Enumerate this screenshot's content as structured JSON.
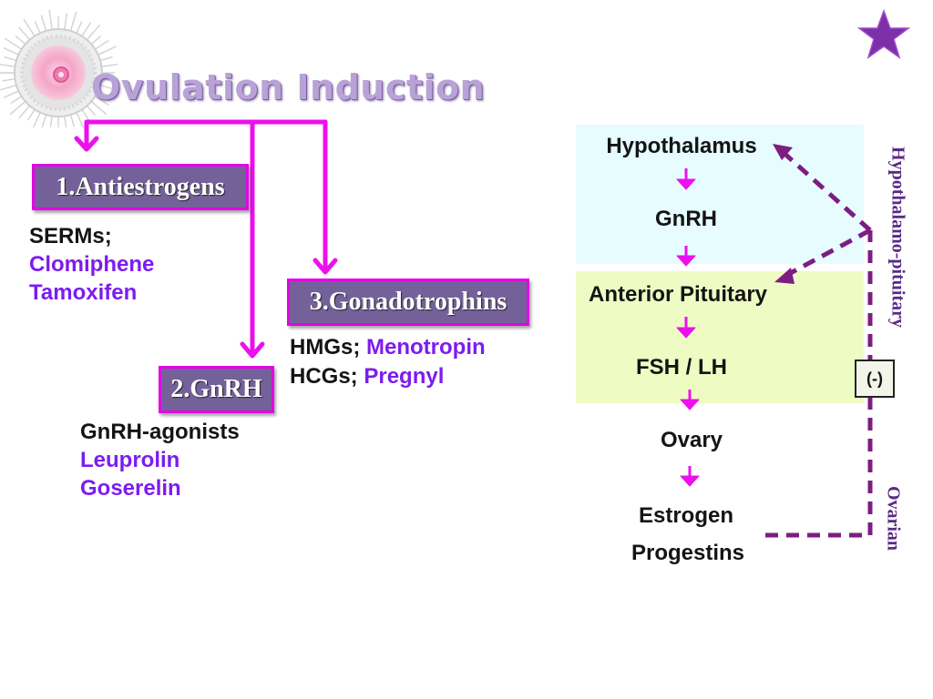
{
  "title": "Ovulation Induction",
  "categories": [
    {
      "heading": "1.Antiestrogens",
      "lines": [
        {
          "text": "SERMs;",
          "color": "black"
        },
        {
          "text": "Clomiphene",
          "color": "purple"
        },
        {
          "text": "Tamoxifen",
          "color": "purple"
        }
      ]
    },
    {
      "heading": "2.GnRH",
      "lines": [
        {
          "text": "GnRH-agonists",
          "color": "black"
        },
        {
          "text": "Leuprolin",
          "color": "purple"
        },
        {
          "text": "Goserelin",
          "color": "purple"
        }
      ]
    },
    {
      "heading": "3.Gonadotrophins",
      "lines": [
        {
          "prefix": "HMGs; ",
          "value": "Menotropin"
        },
        {
          "prefix": "HCGs; ",
          "value": "Pregnyl"
        }
      ]
    }
  ],
  "axis": {
    "steps": [
      "Hypothalamus",
      "GnRH",
      "Anterior Pituitary",
      "FSH / LH",
      "Ovary",
      "Estrogen",
      "Progestins"
    ],
    "feedback_labels": [
      "Hypothalamo-pituitary",
      "Ovarian"
    ],
    "negative_label": "(-)"
  },
  "colors": {
    "title": "#b8a2d6",
    "box_fill": "#75619a",
    "box_border": "#e400e6",
    "arrow_magenta": "#ec10ec",
    "drug_text": "#7c1cf0",
    "feedback_dash": "#7d1d82",
    "hypothalamus_panel": "#e6fcfe",
    "pituitary_panel": "#eefcc4",
    "star": "#7d2fa8"
  },
  "icons": [
    "ovum-icon",
    "star-icon"
  ]
}
